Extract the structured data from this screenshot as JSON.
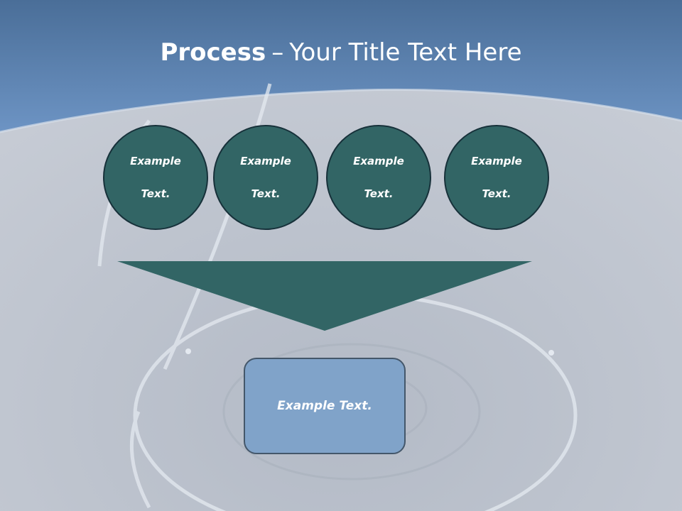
{
  "title": {
    "bold": "Process",
    "dash": "–",
    "rest": "Your Title Text Here"
  },
  "steps": [
    {
      "line1": "Example",
      "line2": "Text."
    },
    {
      "line1": "Example",
      "line2": "Text."
    },
    {
      "line1": "Example",
      "line2": "Text."
    },
    {
      "line1": "Example",
      "line2": "Text."
    }
  ],
  "result": {
    "text": "Example Text."
  },
  "colors": {
    "header": "#5b83b3",
    "circle": "#326565",
    "arrow": "#326565",
    "box": "#80a3c9",
    "background": "#c3c9d2"
  }
}
